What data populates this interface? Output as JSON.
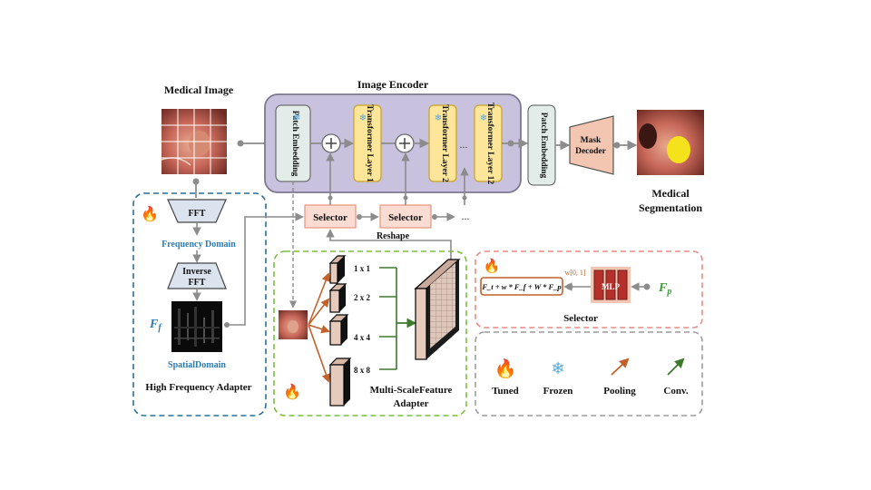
{
  "labels": {
    "medical_image": "Medical Image",
    "image_encoder": "Image Encoder",
    "patch_embedding": "Patch Embedding",
    "transformer_layer_1": "Transformer Layer 1",
    "transformer_layer_2": "Transformer Layer 2",
    "transformer_layer_12": "Transformer Layer 12",
    "ellipsis": "...",
    "mask_decoder_line1": "Mask",
    "mask_decoder_line2": "Decoder",
    "medical_segmentation_line1": "Medical",
    "medical_segmentation_line2": "Segmentation",
    "fft": "FFT",
    "frequency_domain": "Frequency Domain",
    "inverse_fft_line1": "Inverse",
    "inverse_fft_line2": "FFT",
    "spatial_domain": "SpatialDomain",
    "ff_symbol": "F",
    "ff_sub": "f",
    "high_frequency_adapter": "High Frequency Adapter",
    "selector_1": "Selector",
    "selector_2": "Selector",
    "reshape": "Reshape",
    "scale_1x1": "1 x 1",
    "scale_2x2": "2 x 2",
    "scale_4x4": "4 x 4",
    "scale_8x8": "8 x 8",
    "msfa_line1": "Multi-ScaleFeature",
    "msfa_line2": "Adapter",
    "weight_range": "w[0, 1]",
    "selector_formula": "F_t + w * F_f + W * F_p",
    "mlp": "MLP",
    "fp_symbol": "F",
    "fp_sub": "p",
    "selector_panel_title": "Selector",
    "legend_tuned": "Tuned",
    "legend_frozen": "Frozen",
    "legend_pooling": "Pooling",
    "legend_conv": "Conv."
  },
  "colors": {
    "encoder_fill": "#c9c2df",
    "transformer_fill": "#fde59a",
    "transformer_stroke": "#c9a227",
    "patch_fill": "#e4ece9",
    "mask_decoder_fill": "#f3c6b1",
    "selector_fill": "#fbdcd2",
    "selector_stroke": "#e9937f",
    "blue_dashed": "#2a6f97",
    "green_dashed": "#7cbd3b",
    "pink_dashed": "#e88b86",
    "gray_dashed": "#9c9c9c",
    "frequency_text": "#2a7bb6",
    "pooling_arrow": "#c0622a",
    "conv_arrow": "#3d7a2e",
    "fire": "#c0392b",
    "snowflake": "#5aa7d9",
    "mlp_fill": "#b5302b"
  },
  "icons": [
    "fire-icon",
    "snowflake-icon",
    "pooling-arrow-icon",
    "conv-arrow-icon"
  ]
}
